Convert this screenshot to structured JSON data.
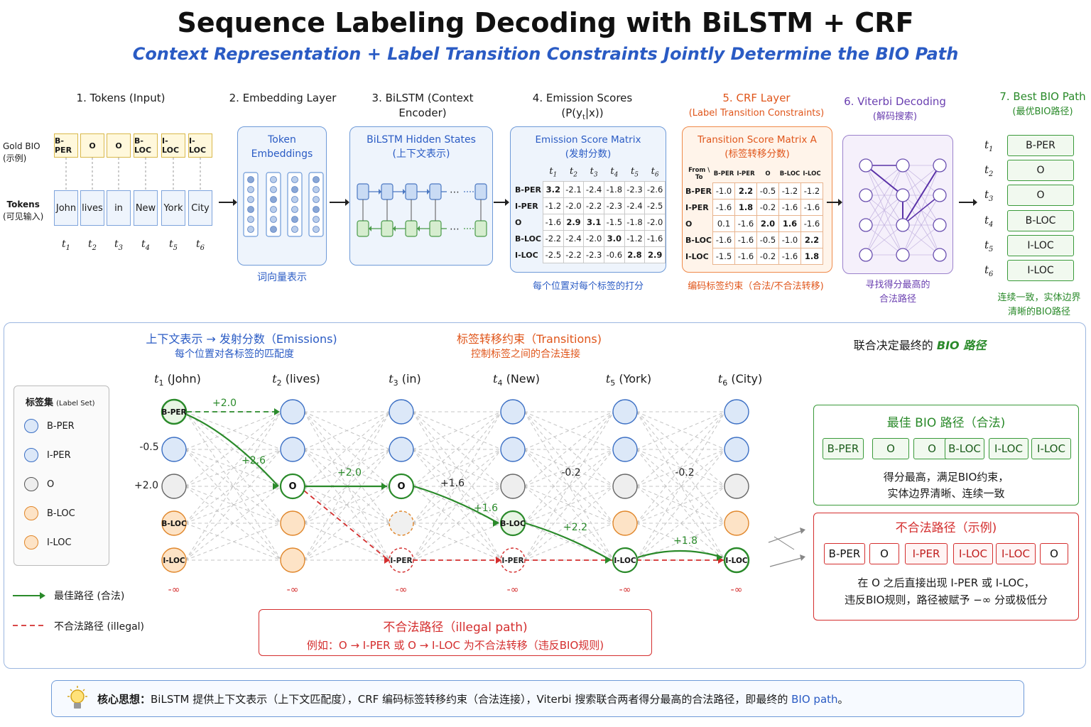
{
  "header": {
    "title": "Sequence Labeling Decoding with BiLSTM + CRF",
    "subtitle": "Context Representation + Label Transition Constraints Jointly Determine the BIO Path"
  },
  "stages": {
    "s1": "1. Tokens (Input)",
    "s2": "2. Embedding Layer",
    "s3": "3. BiLSTM (Context Encoder)",
    "s4a": "4. Emission Scores",
    "s4b": "(P(y",
    "s4b_sub": "t",
    "s4b_end": "|x))",
    "s5a": "5. CRF Layer",
    "s5b": "(Label Transition Constraints)",
    "s6a": "6. Viterbi Decoding",
    "s6b": "(解码搜索)",
    "s7a": "7. Best BIO Path",
    "s7b": "(最优BIO路径)"
  },
  "tokens_panel": {
    "gold_label": "Gold BIO",
    "gold_sub": "(示例)",
    "tokens_label": "Tokens",
    "tokens_sub": "(可见输入)",
    "gold": [
      "B-PER",
      "O",
      "O",
      "B-LOC",
      "I-LOC",
      "I-LOC"
    ],
    "words": [
      "John",
      "lives",
      "in",
      "New",
      "York",
      "City"
    ],
    "steps": [
      "t1",
      "t2",
      "t3",
      "t4",
      "t5",
      "t6"
    ],
    "step_letter": "t",
    "step_nums": [
      "1",
      "2",
      "3",
      "4",
      "5",
      "6"
    ]
  },
  "embedding": {
    "title_l1": "Token",
    "title_l2": "Embeddings",
    "caption": "词向量表示"
  },
  "bilstm": {
    "title_l1": "BiLSTM Hidden States",
    "title_l2": "(上下文表示)",
    "dots": "⋯"
  },
  "emission": {
    "title_l1": "Emission Score Matrix",
    "title_l2": "(发射分数)",
    "caption": "每个位置对每个标签的打分",
    "rows": [
      {
        "label": "B-PER",
        "values": [
          "3.2",
          "-2.1",
          "-2.4",
          "-1.8",
          "-2.3",
          "-2.6"
        ]
      },
      {
        "label": "I-PER",
        "values": [
          "-1.2",
          "-2.0",
          "-2.2",
          "-2.3",
          "-2.4",
          "-2.5"
        ]
      },
      {
        "label": "O",
        "values": [
          "-1.6",
          "2.9",
          "3.1",
          "-1.5",
          "-1.8",
          "-2.0"
        ]
      },
      {
        "label": "B-LOC",
        "values": [
          "-2.2",
          "-2.4",
          "-2.0",
          "3.0",
          "-1.2",
          "-1.6"
        ]
      },
      {
        "label": "I-LOC",
        "values": [
          "-2.5",
          "-2.2",
          "-2.3",
          "-0.6",
          "2.8",
          "2.9"
        ]
      }
    ]
  },
  "transition": {
    "title_l1": "Transition Score Matrix A",
    "title_l2": "(标签转移分数)",
    "corner": "From \\ To",
    "cols": [
      "B-PER",
      "I-PER",
      "O",
      "B-LOC",
      "I-LOC"
    ],
    "caption": "编码标签约束（合法/不合法转移)",
    "rows": [
      {
        "label": "B-PER",
        "values": [
          "-1.0",
          "2.2",
          "-0.5",
          "-1.2",
          "-1.2"
        ]
      },
      {
        "label": "I-PER",
        "values": [
          "-1.6",
          "1.8",
          "-0.2",
          "-1.6",
          "-1.6"
        ]
      },
      {
        "label": "O",
        "values": [
          "0.1",
          "-1.6",
          "2.0",
          "1.6",
          "-1.6"
        ]
      },
      {
        "label": "B-LOC",
        "values": [
          "-1.6",
          "-1.6",
          "-0.5",
          "-1.0",
          "2.2"
        ]
      },
      {
        "label": "I-LOC",
        "values": [
          "-1.5",
          "-1.6",
          "-0.2",
          "-1.6",
          "1.8"
        ]
      }
    ]
  },
  "viterbi": {
    "caption_l1": "寻找得分最高的",
    "caption_l2": "合法路径"
  },
  "best_path": {
    "labels": [
      "B-PER",
      "O",
      "O",
      "B-LOC",
      "I-LOC",
      "I-LOC"
    ],
    "caption_l1": "连续一致，实体边界",
    "caption_l2": "清晰的BIO路径"
  },
  "lower": {
    "emis_head": "上下文表示 → 发射分数（Emissions)",
    "emis_sub": "每个位置对各标签的匹配度",
    "trans_head": "标签转移约束（Transitions)",
    "trans_sub": "控制标签之间的合法连接",
    "joint_head": "联合决定最终的 ",
    "joint_em": "BIO 路径",
    "legend_title": "标签集",
    "legend_sub": "(Label Set)",
    "legend_items": [
      "B-PER",
      "I-PER",
      "O",
      "B-LOC",
      "I-LOC"
    ],
    "best_legend": "最佳路径 (合法)",
    "illegal_legend": "不合法路径 (illegal)",
    "col_headers": [
      {
        "t": "t",
        "n": "1",
        "w": "(John)"
      },
      {
        "t": "t",
        "n": "2",
        "w": "(lives)"
      },
      {
        "t": "t",
        "n": "3",
        "w": "(in)"
      },
      {
        "t": "t",
        "n": "4",
        "w": "(New)"
      },
      {
        "t": "t",
        "n": "5",
        "w": "(York)"
      },
      {
        "t": "t",
        "n": "6",
        "w": "(City)"
      }
    ],
    "scores": [
      "+2.0",
      "-0.5",
      "+2.0",
      "+2.6",
      "+2.0",
      "+1.6",
      "-0.2",
      "-0.2",
      "+1.6",
      "+2.2",
      "+1.8"
    ],
    "neg_inf": "-∞",
    "node_labels": {
      "bper": "B-PER",
      "o": "O",
      "bloc": "B-LOC",
      "iloc": "I-LOC",
      "iper": "I-PER"
    },
    "illegal_box_title": "不合法路径（illegal path)",
    "illegal_box_text": "例如：O → I-PER 或 O → I-LOC 为不合法转移（违反BIO规则)",
    "best_box_title": "最佳 BIO 路径（合法)",
    "best_box_labels": [
      "B-PER",
      "O",
      "O",
      "B-LOC",
      "I-LOC",
      "I-LOC"
    ],
    "best_box_text_l1": "得分最高，满足BIO约束，",
    "best_box_text_l2": "实体边界清晰、连续一致",
    "bad_box_title": "不合法路径（示例)",
    "bad_box_labels": [
      "B-PER",
      "O",
      "I-PER",
      "I-LOC",
      "I-LOC",
      "O"
    ],
    "bad_box_text_l1": "在 O 之后直接出现 I-PER 或 I-LOC，",
    "bad_box_text_l2": "违反BIO规则，路径被赋予 −∞ 分或极低分"
  },
  "footer": {
    "bold": "核心思想：",
    "text1": "BiLSTM 提供上下文表示（上下文匹配度），",
    "text2": "CRF 编码标签转移约束（合法连接），",
    "text3": "Viterbi 搜索联合两者得分最高的合法路径，即最终的 ",
    "em": "BIO path",
    "end": "。"
  },
  "colors": {
    "accent_blue": "#2a5bc4",
    "green": "#2a8a2a",
    "red": "#d42e2e",
    "orange": "#e0561b",
    "purple": "#6a3fb0"
  }
}
